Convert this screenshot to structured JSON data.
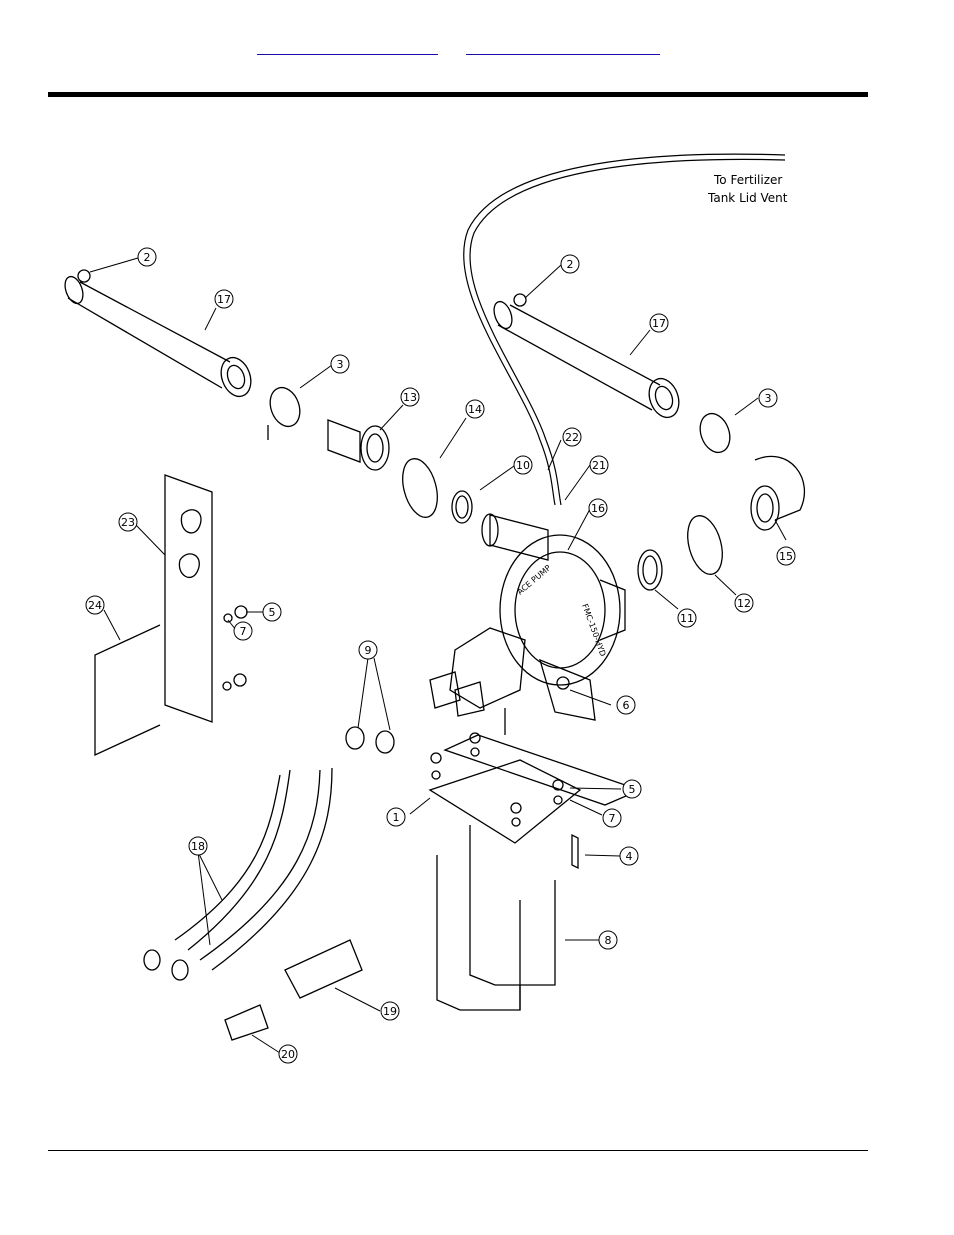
{
  "nav": {
    "links": [
      "",
      ""
    ]
  },
  "figure": {
    "note_line1": "To Fertilizer",
    "note_line2": "Tank Lid Vent",
    "callouts": {
      "c1": "1",
      "c2a": "2",
      "c2b": "2",
      "c3a": "3",
      "c3b": "3",
      "c4": "4",
      "c5a": "5",
      "c5b": "5",
      "c6": "6",
      "c7a": "7",
      "c7b": "7",
      "c8": "8",
      "c9": "9",
      "c10": "10",
      "c11": "11",
      "c12": "12",
      "c13": "13",
      "c14": "14",
      "c15": "15",
      "c16": "16",
      "c17a": "17",
      "c17b": "17",
      "c18": "18",
      "c19": "19",
      "c20": "20",
      "c21": "21",
      "c22": "22",
      "c23": "23",
      "c24": "24"
    },
    "pump_label_1": "ACE PUMP",
    "pump_label_2": "FMC-150-HYD"
  }
}
